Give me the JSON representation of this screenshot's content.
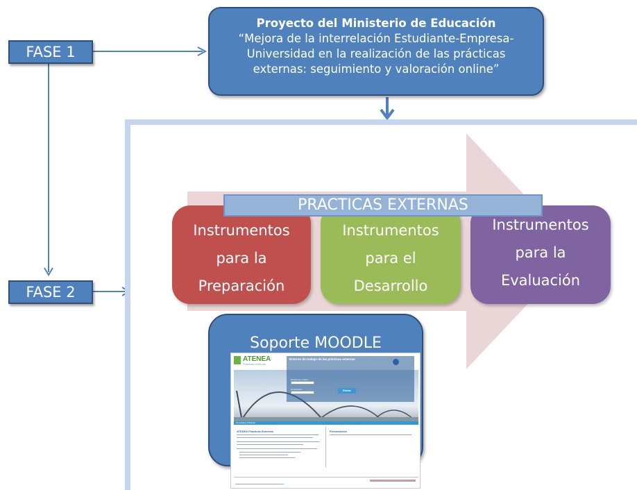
{
  "fase1": "FASE 1",
  "fase2": "FASE 2",
  "project": {
    "title": "Proyecto del Ministerio de Educación",
    "line1": "“Mejora de la interrelación Estudiante-Empresa-",
    "line2": "Universidad en la realización de las prácticas",
    "line3": "externas: seguimiento y valoración online”"
  },
  "practicas": "PRACTICAS EXTERNAS",
  "instruments": [
    {
      "l1": "Instrumentos",
      "l2": "para la",
      "l3": "Preparación",
      "color": "#c0504d"
    },
    {
      "l1": "Instrumentos",
      "l2": "para el",
      "l3": "Desarrollo",
      "color": "#9bbb59"
    },
    {
      "l1": "Instrumentos",
      "l2": "para la",
      "l3": "Evaluación",
      "color": "#8064a2"
    }
  ],
  "moodle": "Soporte MOODLE",
  "colors": {
    "phase_blue": "#4f81bd",
    "banner_blue": "#95b3d7",
    "arrow_pink": "#e8cfd0",
    "connector": "#4f81bd"
  },
  "screenshot": {
    "logo": "ATENEA",
    "logo_sub": "Prácticas externas",
    "panel_title": "Entorno de trabajo de las prácticas externas",
    "field1": "Nombre de usuario",
    "field2": "Contraseña",
    "button": "Entrar",
    "bar": "Novedades prácticas",
    "h_left": "ATENEA Prácticas Externas",
    "h_right": "Presentación"
  }
}
